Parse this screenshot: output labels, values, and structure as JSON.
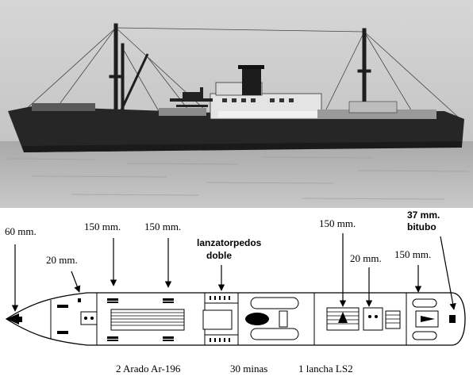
{
  "photo": {
    "subject": "ship-photograph"
  },
  "plan": {
    "gun_labels": {
      "bow_60": "60 mm.",
      "fwd_20": "20 mm.",
      "fwd_150_a": "150 mm.",
      "fwd_150_b": "150 mm.",
      "torpedo_line1": "lanzatorpedos",
      "torpedo_line2": "doble",
      "aft_150_a": "150 mm.",
      "aft_20": "20 mm.",
      "aft_150_b": "150 mm.",
      "stern_37_line1": "37 mm.",
      "stern_37_line2": "bitubo"
    },
    "bottom_labels": {
      "aircraft": "2 Arado Ar-196",
      "mines": "30 minas",
      "boat": "1 lancha  LS2"
    }
  },
  "colors": {
    "sky": "#cfcfcf",
    "sea": "#b9b9b9",
    "hull": "#262626",
    "line": "#000000"
  }
}
